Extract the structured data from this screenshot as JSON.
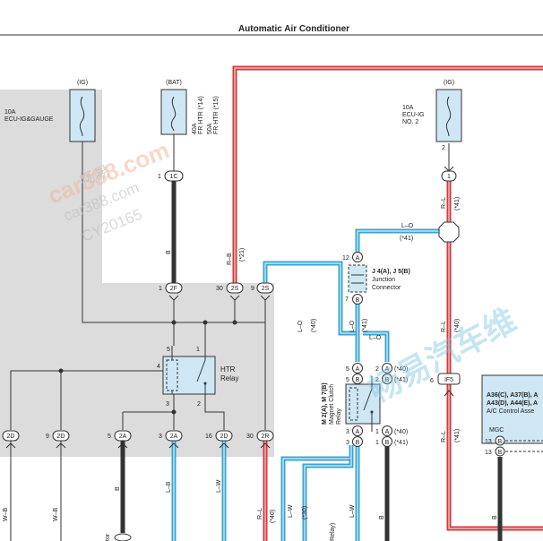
{
  "header": {
    "title": "Automatic Air Conditioner"
  },
  "fuses": {
    "ig_left": {
      "source": "(IG)",
      "rating": "10A",
      "name": "ECU-IG&GAUGE"
    },
    "bat": {
      "source": "(BAT)",
      "line1": "40A",
      "line2": "FR HTR (*14)",
      "line3": "50A",
      "line4": "FR HTR (*15)"
    },
    "ig_right": {
      "source": "(IG)",
      "rating": "10A",
      "name1": "ECU-IG",
      "name2": "NO. 2"
    }
  },
  "connectors": {
    "c1c_pin": "1",
    "c1c": "1C",
    "c2f_pin": "1",
    "c2f": "2F",
    "c2s_a_pin": "30",
    "c2s_a": "2S",
    "c2s_b_pin": "9",
    "c2s_b": "2S",
    "right_pin_top": "2",
    "right_pin": "1",
    "jA_pin": "12",
    "jA": "A",
    "jB_pin": "7",
    "jB": "B",
    "m_5A_pin": "5",
    "m_5A": "A",
    "m_5B_pin": "5",
    "m_5B": "B",
    "m_2A_pin": "2",
    "m_2A": "A",
    "m_2B_pin": "2",
    "m_2B": "B",
    "m_3A_pin": "3",
    "m_3A": "A",
    "m_3B_pin": "3",
    "m_3B": "B",
    "m_1A_pin": "1",
    "m_1A": "A",
    "m_1B_pin": "1",
    "m_1B": "B",
    "if5_pin": "6",
    "if5": "IF5",
    "a_13b_pin1": "13",
    "a_13b_1": "B",
    "a_13b_pin2": "13",
    "a_13b_2": "B",
    "b_2d_1": "2D",
    "b_9_pin": "9",
    "b_2d_2": "2D",
    "b_5_pin": "5",
    "b_2a_1": "2A",
    "b_3_pin": "3",
    "b_2a_2": "2A",
    "b_16_pin": "16",
    "b_2d_3": "2D",
    "b_30_pin": "30",
    "b_2r": "2R"
  },
  "wire_labels": {
    "b_1c": "B",
    "rb": "R–B",
    "rb_note": "(*21)",
    "lo_left": "L–O",
    "lo_left_note": "(*40)",
    "lo_mid": "L–O",
    "lo_mid_note": "(*41)",
    "lo_top": "L–O",
    "lo_top_note": "(*41)",
    "lo_small": "L–O",
    "rl_top": "R–L",
    "rl_top_note": "(*41)",
    "rl_mid": "R–L",
    "rl_mid_note": "(*40)",
    "rl_low": "R–L",
    "rl_low_note": "(*41)",
    "note_2A": "(*40)",
    "note_2B": "(*41)",
    "note_1A": "(*40)",
    "note_1B": "(*41)",
    "b_wb1": "W–B",
    "b_wb2": "W–B",
    "b_b": "B",
    "b_lb": "L–B",
    "b_lw": "L–W",
    "b_rl": "R–L",
    "b_rl_note": "(*40)",
    "b_lw2": "L–W",
    "b_lw2_note": "(*30)",
    "b_lw3": "L–W",
    "b_b2": "B",
    "b_b3": "B"
  },
  "components": {
    "htr_relay": {
      "line1": "HTR",
      "line2": "Relay",
      "pin5": "5",
      "pin1": "1",
      "pin4": "4",
      "pin3": "3",
      "pin2": "2"
    },
    "junction": {
      "line1": "J 4(A), J 5(B)",
      "line2": "Junction",
      "line3": "Connector"
    },
    "mgc_relay": {
      "line1": "M 2(A), M 7(B)",
      "line2": "Magnet Clutch",
      "line3": "Relay"
    },
    "ac_control": {
      "line1": "A36(C), A37(B), A",
      "line2": "A43(D), A44(E), A",
      "line3": "A/C Control Asse",
      "terminal": "MGC"
    }
  },
  "cut_text": {
    "tor": "tor",
    "relay": "Relay)"
  },
  "watermarks": {
    "w1": "car388.com",
    "w2": "car388.com",
    "w3": "CY20165",
    "w4": "畅易汽车维",
    "w5": "畅易"
  },
  "colors": {
    "panel": "#dcdcdc",
    "wire_red": "#e3484d",
    "wire_blue": "#58b9e0",
    "wire_black": "#333333",
    "fuse_fill": "#cfe7f4"
  }
}
